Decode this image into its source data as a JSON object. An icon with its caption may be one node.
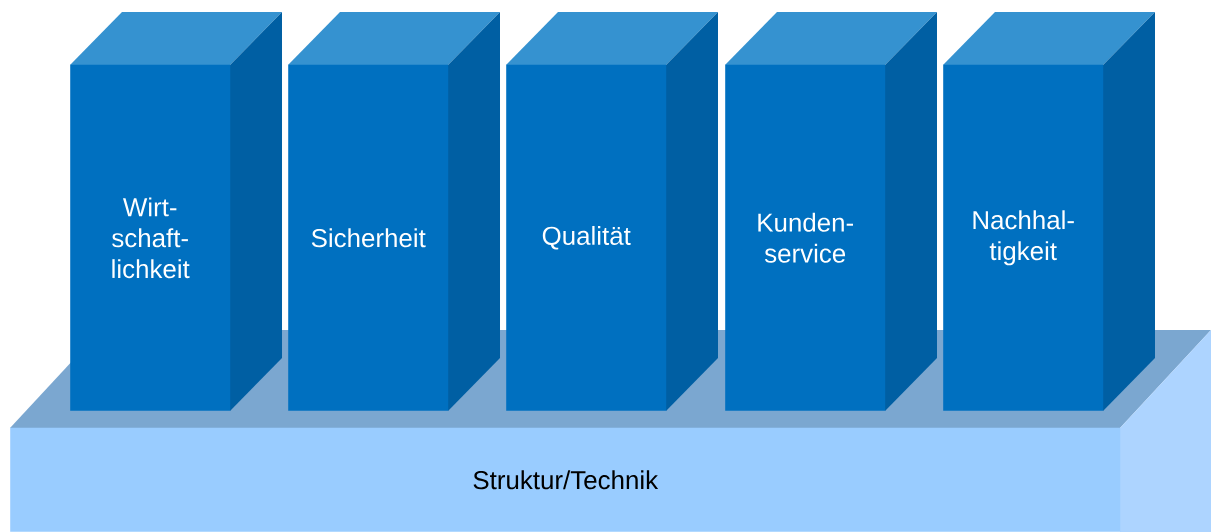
{
  "diagram": {
    "nodes": [
      {
        "text": [
          "Wirt- schaft- lichkeit"
        ]
      },
      {
        "text": [
          "Sicherheit"
        ]
      },
      {
        "text": [
          "Qualität"
        ]
      },
      {
        "text": [
          "Kunden- service"
        ]
      },
      {
        "text": [
          "Nachhal- tigkeit"
        ]
      },
      {
        "text": [
          "Struktur/Technik"
        ]
      }
    ]
  }
}
